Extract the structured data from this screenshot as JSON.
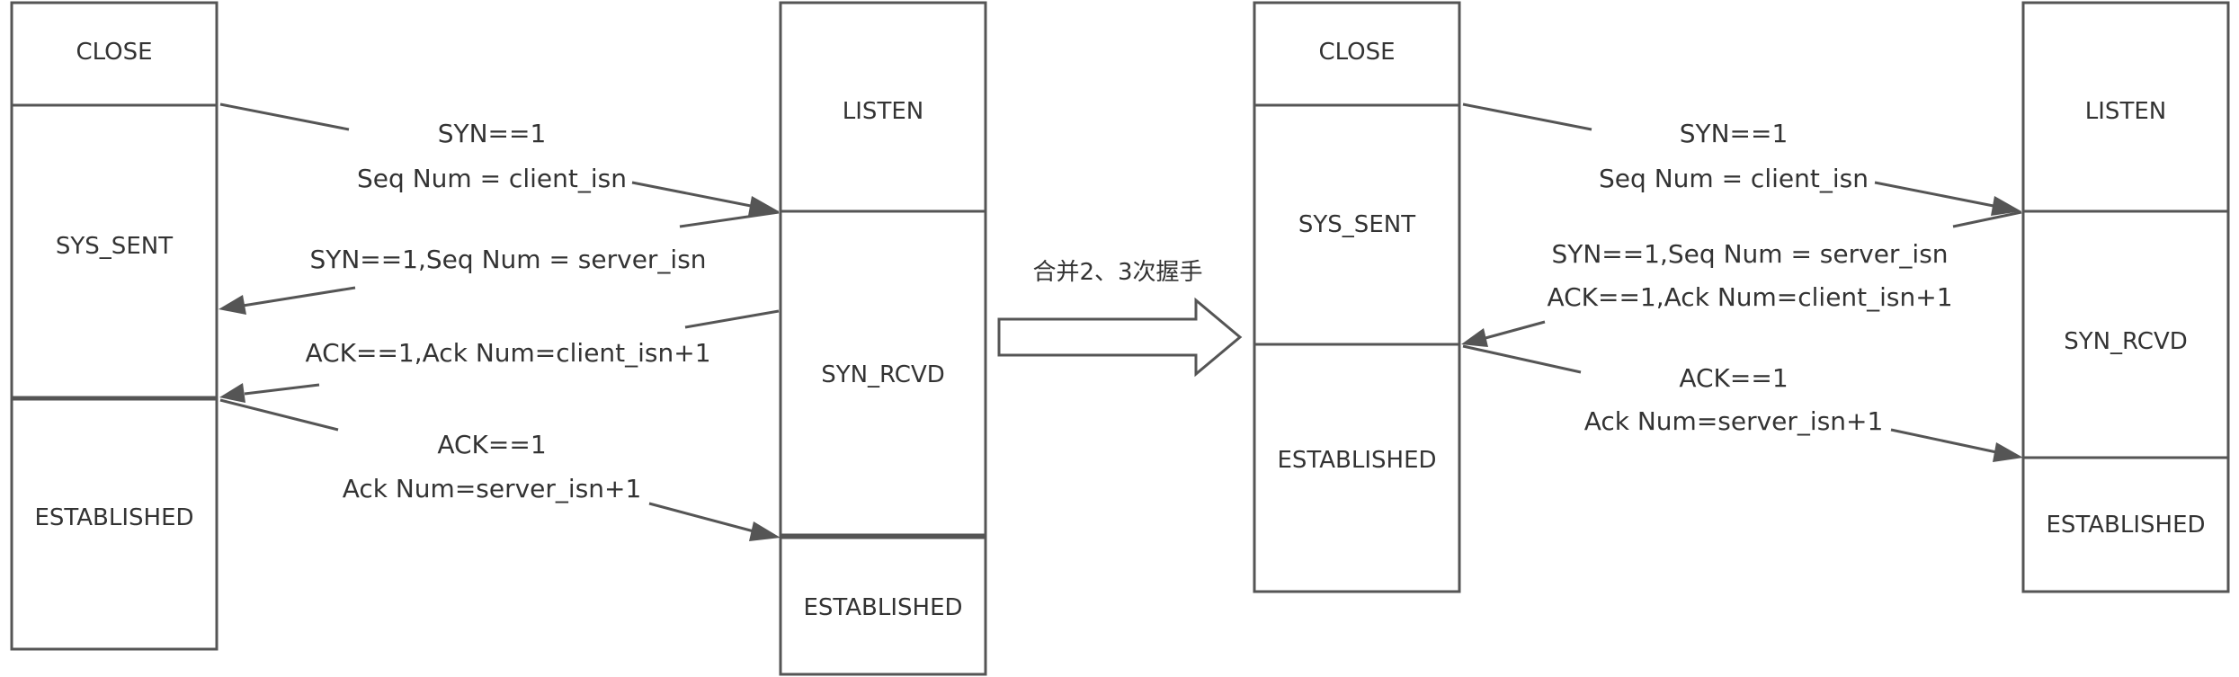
{
  "left": {
    "client": {
      "states": [
        {
          "id": "close",
          "label": "CLOSE"
        },
        {
          "id": "sys-sent",
          "label": "SYS_SENT"
        },
        {
          "id": "established",
          "label": "ESTABLISHED"
        }
      ]
    },
    "server": {
      "states": [
        {
          "id": "listen",
          "label": "LISTEN"
        },
        {
          "id": "syn-rcvd",
          "label": "SYN_RCVD"
        },
        {
          "id": "established",
          "label": "ESTABLISHED"
        }
      ]
    },
    "messages": [
      {
        "lines": [
          "SYN==1",
          "Seq Num = client_isn"
        ]
      },
      {
        "lines": [
          "SYN==1,Seq Num = server_isn"
        ]
      },
      {
        "lines": [
          "ACK==1,Ack Num=client_isn+1"
        ]
      },
      {
        "lines": [
          "ACK==1",
          "Ack Num=server_isn+1"
        ]
      }
    ]
  },
  "merge_label": "合并2、3次握手",
  "right": {
    "client": {
      "states": [
        {
          "id": "close",
          "label": "CLOSE"
        },
        {
          "id": "sys-sent",
          "label": "SYS_SENT"
        },
        {
          "id": "established",
          "label": "ESTABLISHED"
        }
      ]
    },
    "server": {
      "states": [
        {
          "id": "listen",
          "label": "LISTEN"
        },
        {
          "id": "syn-rcvd",
          "label": "SYN_RCVD"
        },
        {
          "id": "established",
          "label": "ESTABLISHED"
        }
      ]
    },
    "messages": [
      {
        "lines": [
          "SYN==1",
          "Seq Num = client_isn"
        ]
      },
      {
        "lines": [
          "SYN==1,Seq Num = server_isn",
          "ACK==1,Ack Num=client_isn+1"
        ]
      },
      {
        "lines": [
          "ACK==1",
          "Ack Num=server_isn+1"
        ]
      }
    ]
  }
}
